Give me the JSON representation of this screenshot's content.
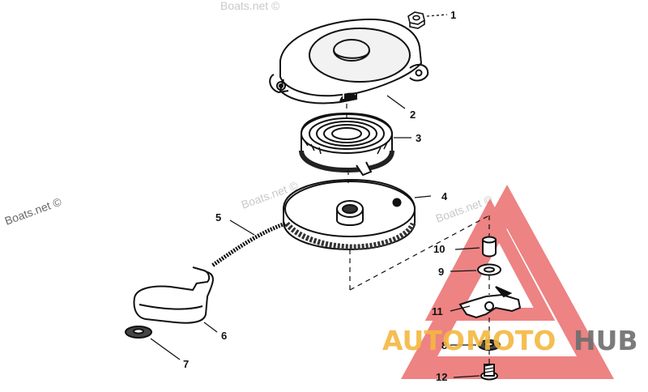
{
  "callouts": {
    "c1": "1",
    "c2": "2",
    "c3": "3",
    "c4": "4",
    "c5": "5",
    "c6": "6",
    "c7": "7",
    "c8": "8",
    "c9": "9",
    "c10": "10",
    "c11": "11",
    "c12": "12"
  },
  "watermarks": {
    "boats_net": "Boats.net ©",
    "brand_part1": "AUTO",
    "brand_part2": "MOTO",
    "brand_part3": "HUB"
  },
  "colors": {
    "line": "#111111",
    "brand_orange": "#f5b841",
    "brand_gray": "#6d6d6d",
    "logo_red": "#e85a5a"
  }
}
